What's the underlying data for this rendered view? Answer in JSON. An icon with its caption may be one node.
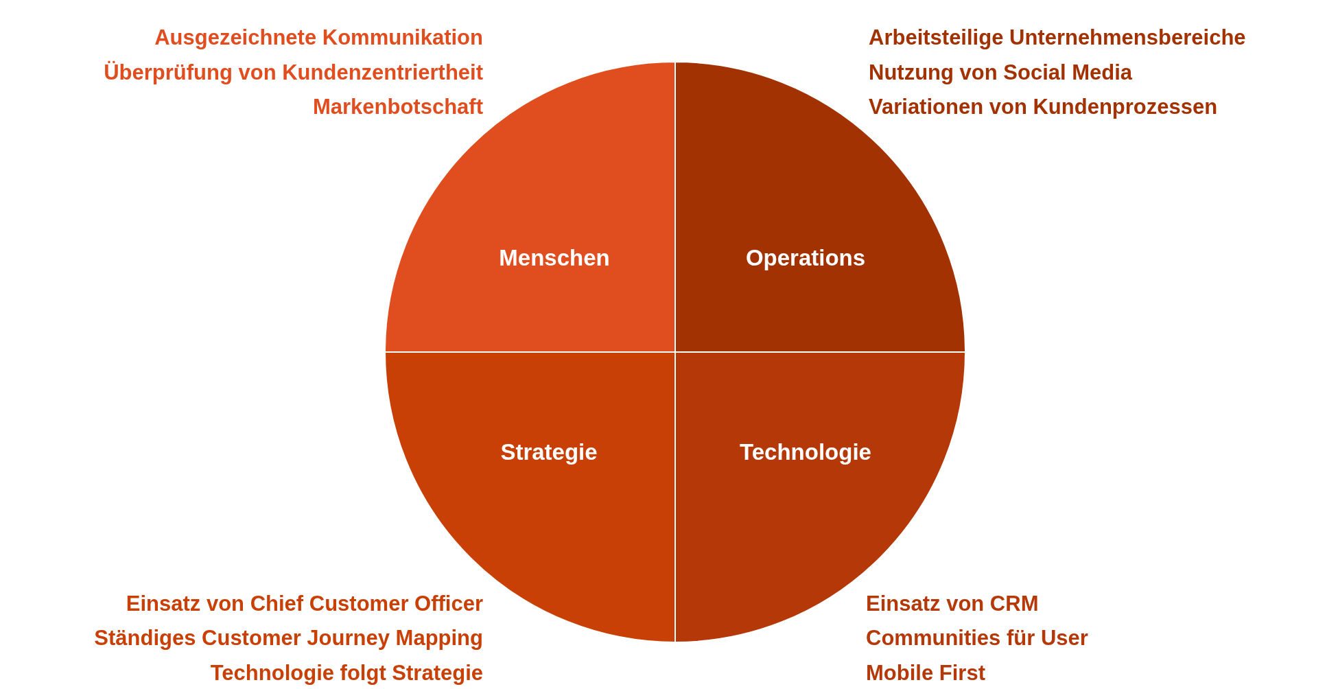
{
  "diagram": {
    "nodes": [
      {
        "text": [
          "Menschen"
        ],
        "beside": [
          "Ausgezeichnete Kommunikation",
          "Überprüfung von Kundenzentriertheit",
          "Markenbotschaft"
        ]
      },
      {
        "text": [
          "Operations"
        ],
        "beside": [
          "Arbeitsteilige Unternehmensbereiche",
          "Nutzung von Social Media",
          "Variationen von Kundenprozessen"
        ]
      },
      {
        "text": [
          "Strategie"
        ],
        "beside": [
          "Einsatz von Chief Customer Officer",
          "Ständiges Customer Journey Mapping",
          "Technologie folgt Strategie"
        ]
      },
      {
        "text": [
          "Technologie"
        ],
        "beside": [
          "Einsatz von CRM",
          "Communities für User",
          "Mobile First"
        ]
      }
    ]
  }
}
